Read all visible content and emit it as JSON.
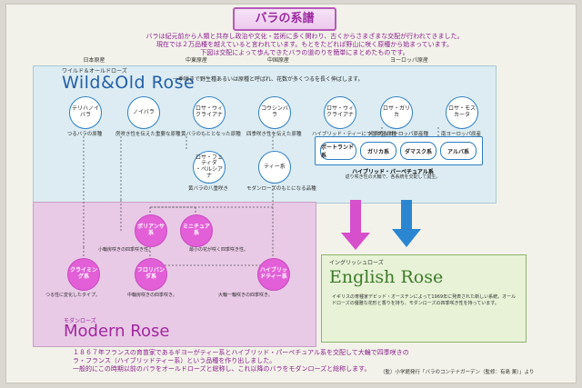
{
  "title": "バラの系譜",
  "intro": [
    "バラは紀元前から人類と共存し政治や文化・芸術に多く関わり、古くからさまざまな交配が行われてきました。",
    "現在では２万品種を越えていると言われています。もとをたどれば野山に咲く原種から始まっています。",
    "下図は交配によって歩んできたバラの道のりを簡単にまとめたものです。"
  ],
  "regions": [
    "日本原産",
    "中東原産",
    "中国原産",
    "ヨーロッパ原産"
  ],
  "wild_old": {
    "kana": "ワイルド＆オールドローズ",
    "title": "Wild&Old Rose",
    "desc": "一季咲きで野生種あるいは原種と呼ばれ、花数が多くつるを長く伸ばします。"
  },
  "wild_nodes": [
    {
      "name": "テリハノイバラ",
      "caption": "つるバラの原種"
    },
    {
      "name": "ノイバラ",
      "caption": "房咲き性を伝えた重要な原種"
    },
    {
      "name": "ロサ・ウィ\nクライアナ",
      "caption": "黄バラのもととなった原種"
    },
    {
      "name": "コウシンバラ",
      "caption": "四季咲き性を伝えた原種"
    },
    {
      "name": "ロサ・ウィ\nクライアナ",
      "caption": "ハイブリッド・ティーにつながる原種"
    },
    {
      "name": "ロサ・ガリカ",
      "caption": "代表的なヨーロッパ原産種"
    },
    {
      "name": "ロサ・モスカータ",
      "caption": "南ヨーロッパ原産"
    }
  ],
  "mid_nodes": [
    {
      "name": "ロサ・フェティダ\n・ペルシアナ",
      "caption": "黄バラの八重咲き"
    },
    {
      "name": "ティー系",
      "caption": "モダンローズのもとになる品種"
    }
  ],
  "europe": [
    "ポートランド系",
    "ガリカ系",
    "ダマスク系",
    "アルバ系"
  ],
  "hybrid_perpetual": {
    "label": "ハイブリッド・パーペチュアル系",
    "desc": "返り咲き性の大輪で、各系統を交配して誕生。"
  },
  "modern": {
    "kana": "モダンローズ",
    "title": "Modern Rose",
    "nodes": [
      {
        "name": "ポリアンサ系",
        "desc": "小輪房咲きの四季咲き性。"
      },
      {
        "name": "ミニチュア系",
        "desc": "最小の花が咲く四季咲き性。"
      },
      {
        "name": "クライミング系",
        "desc": "つる性に変化したタイプ。"
      },
      {
        "name": "フロリバンダ系",
        "desc": "中輪房咲きの四季咲き。"
      },
      {
        "name": "ハイブリッドティー系",
        "desc": "大輪一輪咲きの四季咲き。"
      }
    ]
  },
  "english": {
    "kana": "イングリッシュローズ",
    "title": "English Rose",
    "desc": "イギリスの育種家デビッド・オースチンによって1969年に発表された新しい系統。オールドローズの優雅な花形と香りを持ち、モダンローズの四季咲き性を持っています。"
  },
  "footer": [
    "１８６７年フランスの育苗家であるギヨーがティー系とハイブリッド・パーペチュアル系を交配して大輪で四季咲きの",
    "ラ・フランス（ハイブリッドティー系）という品種を作り出しました。",
    "一般的にこの時期以前のバラをオールドローズと総称し、これ以降のバラをモダンローズと総称します。"
  ],
  "credit": "（監）小学館発行「バラのコンテナガーデン（監修：有島 薫）」より",
  "colors": {
    "blue": "#2d7fc4",
    "magenta": "#e25fd7",
    "arrow_magenta": "#d64fcb",
    "arrow_blue": "#2a86d1",
    "english_green": "#3c7a2a"
  }
}
